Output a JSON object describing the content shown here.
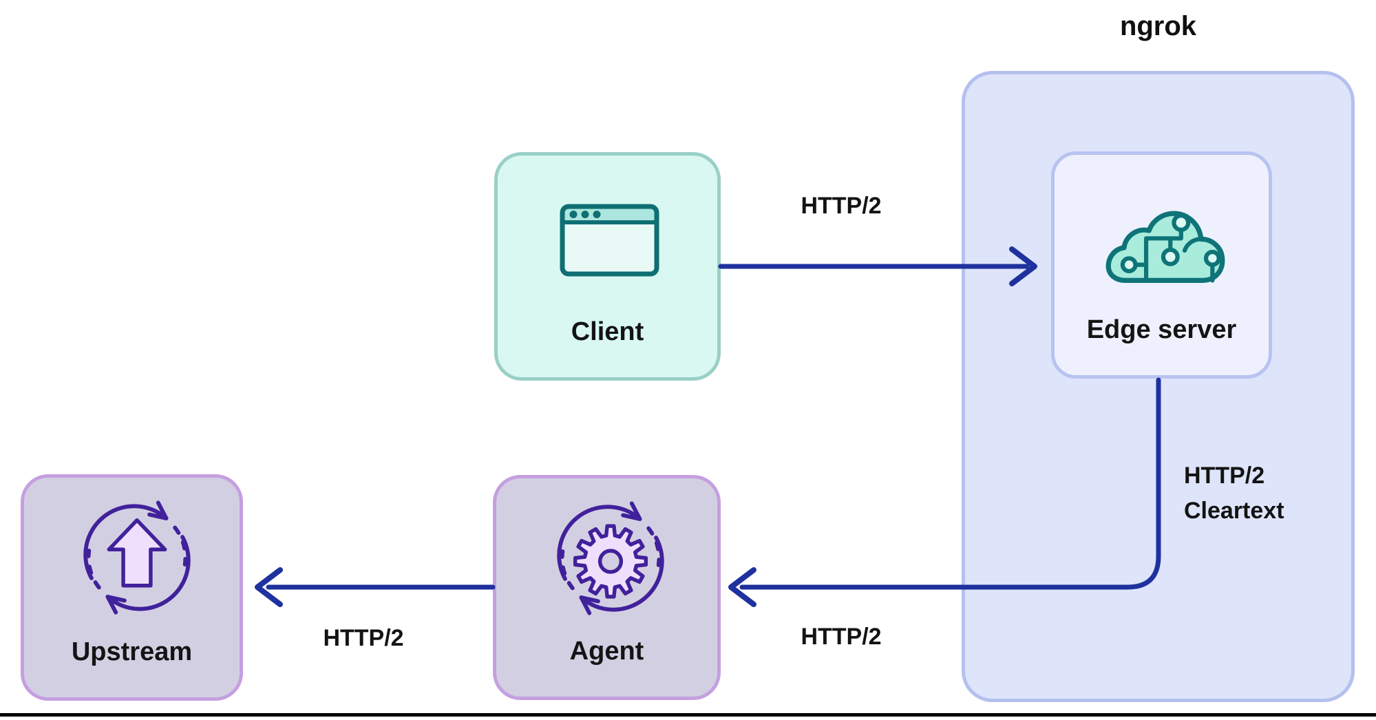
{
  "title": "ngrok",
  "nodes": {
    "client": {
      "label": "Client",
      "icon": "browser-icon"
    },
    "edge_server": {
      "label": "Edge server",
      "icon": "circuit-cloud-icon"
    },
    "agent": {
      "label": "Agent",
      "icon": "gear-sync-icon"
    },
    "upstream": {
      "label": "Upstream",
      "icon": "upload-sync-icon"
    }
  },
  "edges": {
    "client_to_edge": {
      "label": "HTTP/2",
      "direction": "right"
    },
    "edge_to_agent": {
      "label": "HTTP/2",
      "direction": "left",
      "note_line1": "HTTP/2",
      "note_line2": "Cleartext"
    },
    "agent_to_upstream": {
      "label": "HTTP/2",
      "direction": "left"
    }
  },
  "colors": {
    "arrow": "#1e319e",
    "text": "#141414",
    "client_fill": "#d9f8f1",
    "client_border": "#99cfc7",
    "teal_icon_stroke": "#0e7478",
    "mint_icon_fill": "#a9ecdc",
    "ngrok_fill": "#dee4f9",
    "ngrok_border": "#b4c0ee",
    "edge_server_fill": "#eef1fd",
    "agent_fill": "#d3cfe2",
    "agent_border": "#c59fe0",
    "purple_icon_stroke": "#41219b",
    "purple_icon_fill": "#efdffd"
  }
}
